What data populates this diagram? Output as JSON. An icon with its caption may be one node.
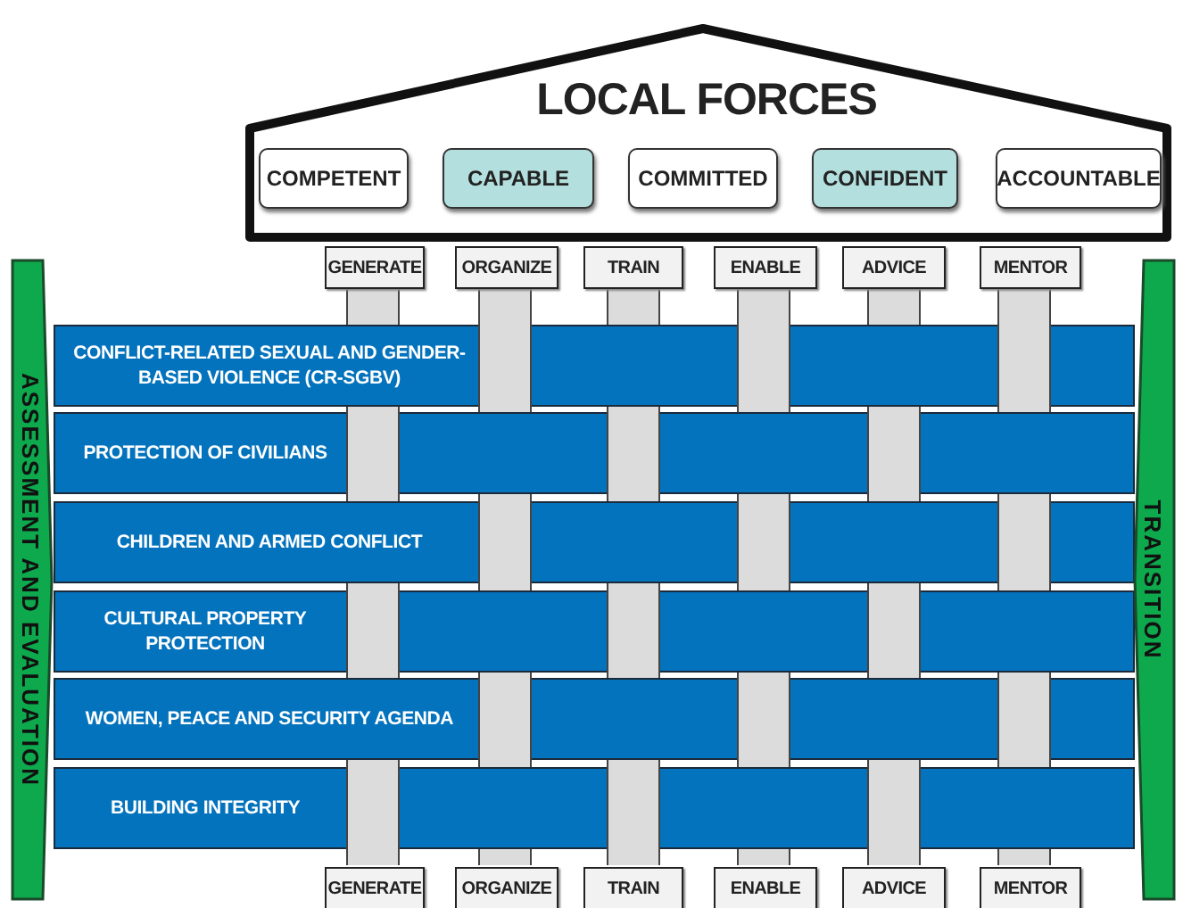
{
  "diagram": {
    "nodes": [
      {
        "text": [
          "LOCAL FORCES"
        ]
      },
      {
        "text": [
          "COMPETENT"
        ],
        "in": 0
      },
      {
        "text": [
          "CAPABLE"
        ],
        "in": 0
      },
      {
        "text": [
          "COMMITTED"
        ],
        "in": 0
      },
      {
        "text": [
          "CONFIDENT"
        ],
        "in": 0
      },
      {
        "text": [
          "ACCOUNTABLE"
        ],
        "in": 0
      },
      {
        "text": [
          "GENERATE"
        ]
      },
      {
        "text": [
          "ORGANIZE"
        ]
      },
      {
        "text": [
          "TRAIN"
        ]
      },
      {
        "text": [
          "ENABLE"
        ]
      },
      {
        "text": [
          "ADVICE"
        ]
      },
      {
        "text": [
          "MENTOR"
        ]
      },
      {
        "text": [
          "ASSESSMENT AND EVALUATION"
        ]
      },
      {
        "text": [
          "CONFLICT-RELATED SEXUAL AND GENDER-BASED VIOLENCE (CR-SGBV)"
        ]
      },
      {
        "text": [
          "PROTECTION OF CIVILIANS"
        ]
      },
      {
        "text": [
          "CHILDREN AND ARMED CONFLICT"
        ]
      },
      {
        "text": [
          "CULTURAL PROPERTY PROTECTION"
        ]
      },
      {
        "text": [
          "WOMEN, PEACE AND SECURITY AGENDA"
        ]
      },
      {
        "text": [
          "BUILDING INTEGRITY"
        ]
      },
      {
        "text": [
          "TRANSITION"
        ]
      },
      {
        "text": [
          "GENERATE"
        ]
      },
      {
        "text": [
          "ORGANIZE"
        ]
      },
      {
        "text": [
          "TRAIN"
        ]
      },
      {
        "text": [
          "ENABLE"
        ]
      },
      {
        "text": [
          "ADVICE"
        ]
      },
      {
        "text": [
          "MENTOR"
        ]
      }
    ]
  }
}
